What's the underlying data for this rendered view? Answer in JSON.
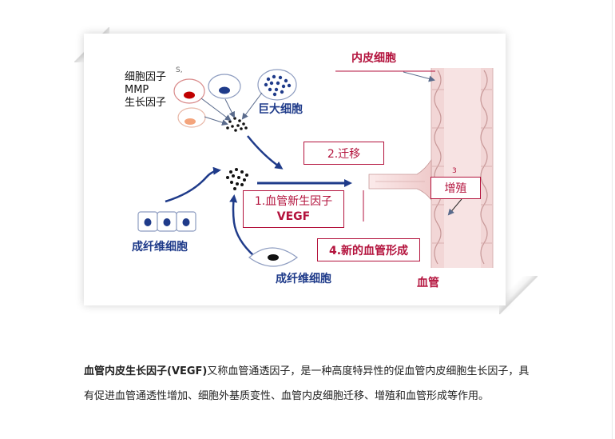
{
  "labels": {
    "cytokine": "细胞因子",
    "mmp": "MMP",
    "growth_factor": "生长因子",
    "frag": "S,",
    "giant_cell": "巨大细胞",
    "fibroblast_left": "成纤维细胞",
    "fibroblast_bottom": "成纤维细胞",
    "endothelial": "内皮细胞",
    "vessel": "血管",
    "step2": "2.迁移",
    "step1_line1": "1.血管新生因子",
    "step1_line2": "VEGF",
    "step3_num": "3",
    "step3": "增殖",
    "step4": "4.新的血管形成"
  },
  "colors": {
    "accent_red": "#b3123c",
    "navy": "#1f3b8a",
    "vessel_pink": "#f1d4d4"
  },
  "paragraph": {
    "bold": "血管内皮生长因子(VEGF)",
    "text": "又称血管通透因子，是一种高度特异性的促血管内皮细胞生长因子，具有促进血管通透性增加、细胞外基质变性、血管内皮细胞迁移、增殖和血管形成等作用。"
  }
}
